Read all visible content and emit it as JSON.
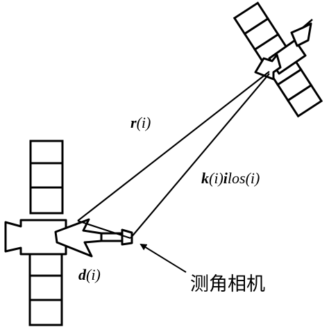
{
  "labels": {
    "r_bold": "r",
    "r_idx": "(i)",
    "k_bold": "k",
    "k_idx": "(i)",
    "i_bold": "i",
    "los_sub": "los",
    "los_idx": "(i)",
    "d_bold": "d",
    "d_idx": "(i)",
    "camera": "测角相机"
  },
  "colors": {
    "ink": "#000000",
    "background": "#ffffff"
  }
}
